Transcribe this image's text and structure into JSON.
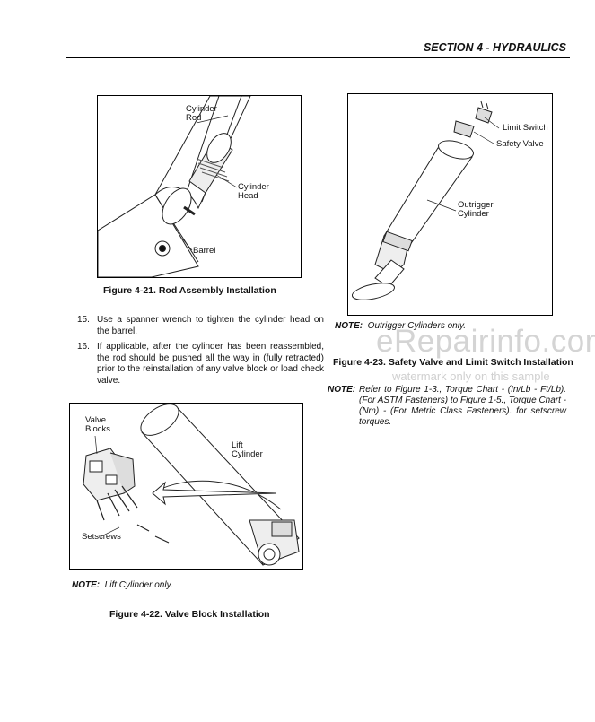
{
  "header": {
    "section_title": "SECTION 4 - HYDRAULICS"
  },
  "figures": {
    "fig21": {
      "labels": {
        "cylinder_rod": "Cylinder\nRod",
        "cylinder_head": "Cylinder\nHead",
        "barrel": "Barrel"
      },
      "caption": "Figure 4-21.  Rod Assembly Installation"
    },
    "fig23": {
      "labels": {
        "limit_switch": "Limit Switch",
        "safety_valve": "Safety Valve",
        "outrigger_cylinder": "Outrigger\nCylinder"
      },
      "caption": "Figure 4-23.  Safety Valve and Limit Switch Installation",
      "note_label": "NOTE:",
      "note_text": "Outrigger Cylinders only."
    },
    "fig22": {
      "labels": {
        "valve_blocks": "Valve\nBlocks",
        "lift_cylinder": "Lift\nCylinder",
        "setscrews": "Setscrews"
      },
      "caption": "Figure 4-22.  Valve Block Installation",
      "note_label": "NOTE:",
      "note_text": "Lift Cylinder only."
    }
  },
  "steps": [
    {
      "num": "15.",
      "text": "Use a spanner wrench to tighten the cylinder head on the barrel."
    },
    {
      "num": "16.",
      "text": "If applicable, after the cylinder has been reassembled, the rod should be pushed all the way in (fully retracted) prior to the reinstallation of any valve block or load check valve."
    }
  ],
  "torque_note": {
    "label": "NOTE:",
    "text": "Refer to Figure 1-3., Torque Chart - (In/Lb - Ft/Lb). (For ASTM Fasteners) to Figure 1-5., Torque Chart - (Nm) - (For Metric Class Fasteners). for setscrew torques."
  },
  "watermark": {
    "brand": "eRepairinfo.com",
    "sample": "watermark only on this sample"
  }
}
